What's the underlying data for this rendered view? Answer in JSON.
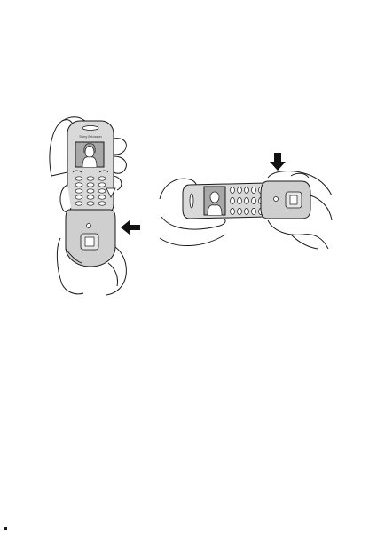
{
  "figures": [
    {
      "name": "figure-left-slide-cover-off",
      "brand_logo_text": "Sony Ericsson",
      "arrow_direction": "left"
    },
    {
      "name": "figure-right-press-and-remove",
      "arrow_direction": "down"
    }
  ],
  "colors": {
    "line": "#1a1a1a",
    "phone_fill": "#d9d9d9",
    "cover_fill": "#cfcfcf",
    "screen_fill": "#a8a8a8",
    "arrow_fill": "#111111"
  }
}
